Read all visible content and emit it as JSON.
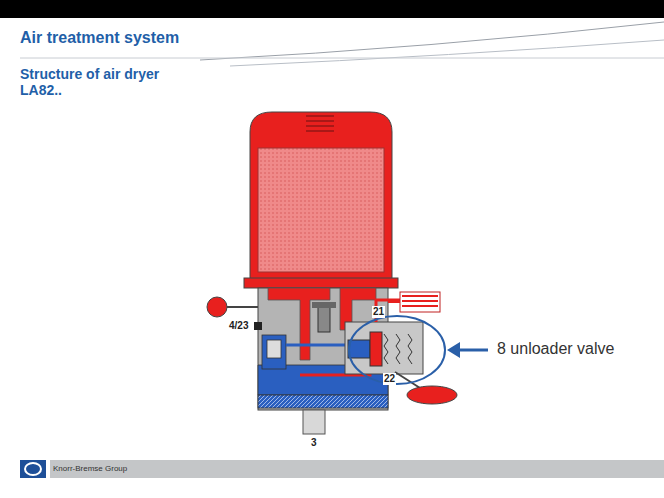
{
  "diagram": {
    "title": "Air treatment system",
    "labels": [
      "Structure of air dryer LA82..",
      "8 unloader valve",
      "21",
      "4/23",
      "22",
      "3",
      "Knorr-Bremse Group"
    ]
  }
}
